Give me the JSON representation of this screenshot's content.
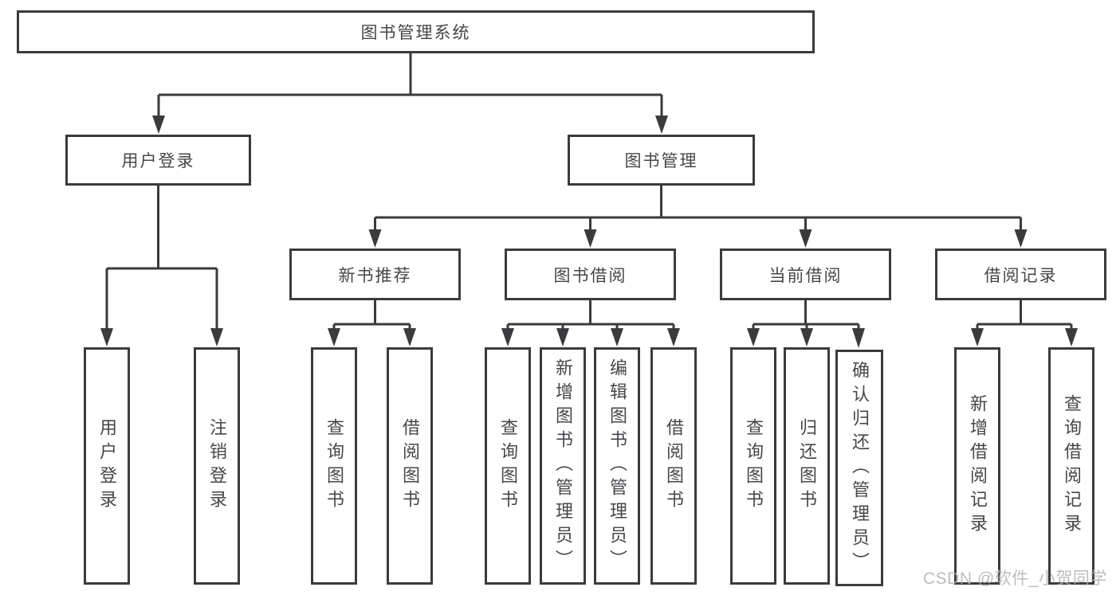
{
  "diagram": {
    "root": {
      "label": "图书管理系统"
    },
    "branches": [
      {
        "label": "用户登录"
      },
      {
        "label": "图书管理"
      }
    ],
    "modules": [
      {
        "label": "新书推荐"
      },
      {
        "label": "图书借阅"
      },
      {
        "label": "当前借阅"
      },
      {
        "label": "借阅记录"
      }
    ],
    "leaves": [
      {
        "label": "用户登录"
      },
      {
        "label": "注销登录"
      },
      {
        "label": "查询图书"
      },
      {
        "label": "借阅图书"
      },
      {
        "label": "查询图书"
      },
      {
        "label": "新增图书（管理员）"
      },
      {
        "label": "编辑图书（管理员）"
      },
      {
        "label": "借阅图书"
      },
      {
        "label": "查询图书"
      },
      {
        "label": "归还图书"
      },
      {
        "label": "确认归还（管理员）"
      },
      {
        "label": "新增借阅记录"
      },
      {
        "label": "查询借阅记录"
      }
    ]
  },
  "watermark": {
    "text": "CSDN @软件_小贺同学"
  },
  "colors": {
    "line": "#3b3b3d",
    "text": "#45474a",
    "watermark": "#b2b2b2",
    "background": "#ffffff"
  }
}
